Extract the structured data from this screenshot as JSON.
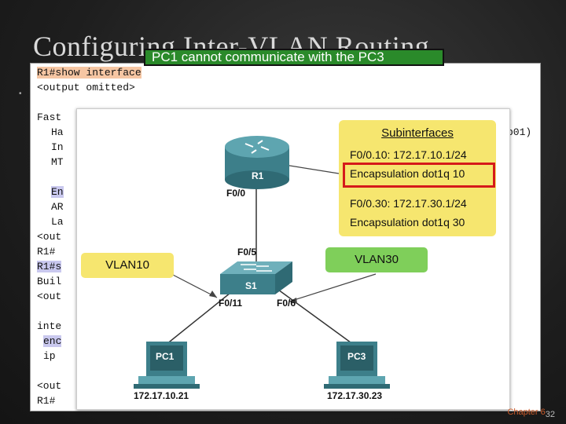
{
  "slide": {
    "title": "Configuring Inter-VLAN Routing",
    "callout": "PC1 cannot communicate with the PC3",
    "bullet": "•",
    "footer_label": "Chapter 6",
    "footer_page": "32"
  },
  "code": {
    "l1": "R1#show interface",
    "l2": "<output omitted>",
    "l3": "Fast",
    "l4": "Ha",
    "l4r": "b01)",
    "l5": "In",
    "l6": "MT",
    "l7": "En",
    "l8": "AR",
    "l9": "La",
    "l10": "<out",
    "l11": "R1#",
    "l12": "R1#s",
    "l13": "Buil",
    "l14": "<out",
    "l15": "inte",
    "l16": "enc",
    "l17": "ip",
    "l18": "<out",
    "l19": "R1#"
  },
  "diagram": {
    "router_name": "R1",
    "router_port": "F0/0",
    "switch_name": "S1",
    "switch_port_top": "F0/5",
    "switch_port_left": "F0/11",
    "switch_port_right": "F0/6",
    "vlan_left": "VLAN10",
    "vlan_right": "VLAN30",
    "pc1_name": "PC1",
    "pc1_ip": "172.17.10.21",
    "pc3_name": "PC3",
    "pc3_ip": "172.17.30.23",
    "subinterfaces": {
      "title": "Subinterfaces",
      "line1": "F0/0.10: 172.17.10.1/24",
      "line2": "Encapsulation dot1q 10",
      "line3": "F0/0.30: 172.17.30.1/24",
      "line4": "Encapsulation dot1q 30"
    }
  },
  "colors": {
    "callout_green": "#2a8a2a",
    "vlan10_yellow": "#f6e66f",
    "vlan30_green": "#7fcf5a",
    "highlight_red": "#d51a1a"
  }
}
